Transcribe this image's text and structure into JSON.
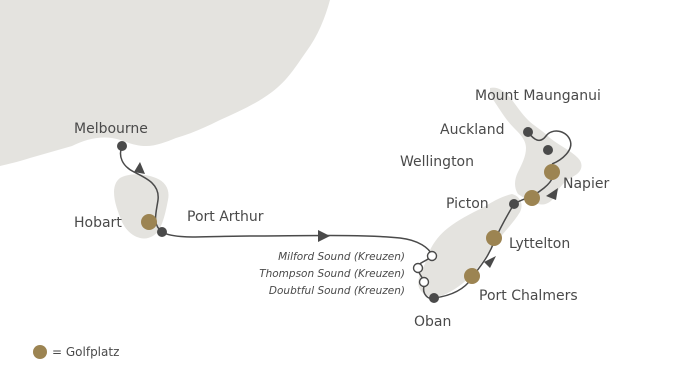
{
  "colors": {
    "sea": "#ffffff",
    "land": "#e4e3df",
    "route": "#4a4a4a",
    "port_dot": "#4a4a4a",
    "golf": "#9c8452",
    "text": "#4a4a4a"
  },
  "ports": {
    "melbourne": "Melbourne",
    "hobart": "Hobart",
    "port_arthur": "Port Arthur",
    "milford": "Milford Sound (Kreuzen)",
    "thompson": "Thompson Sound (Kreuzen)",
    "doubtful": "Doubtful Sound (Kreuzen)",
    "oban": "Oban",
    "port_chalmers": "Port Chalmers",
    "lyttelton": "Lyttelton",
    "picton": "Picton",
    "wellington": "Wellington",
    "napier": "Napier",
    "auckland": "Auckland",
    "mount_maunganui": "Mount Maunganui"
  },
  "legend": {
    "text": "= Golfplatz",
    "marker": "golf-course-dot"
  }
}
